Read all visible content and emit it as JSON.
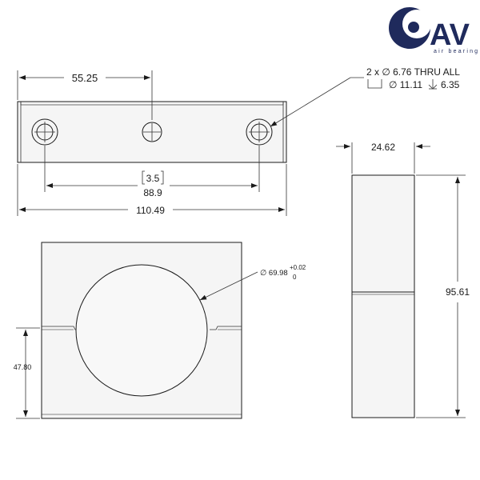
{
  "logo": {
    "brand": "AV",
    "tagline": "air bearing",
    "color": "#1f2a5c"
  },
  "dims": {
    "hole_offset": "55.25",
    "callout_line1": "2 x ∅ 6.76 THRU ALL",
    "callout_cbore": "∅ 11.11",
    "callout_depth": "6.35",
    "bracket_inch": "3.5",
    "hole_spacing": "88.9",
    "overall_length": "110.49",
    "thickness": "24.62",
    "height": "95.61",
    "bore_dia": "∅ 69.98",
    "bore_tol_upper": "+0.02",
    "bore_tol_lower": "0",
    "center_height": "47.80"
  }
}
